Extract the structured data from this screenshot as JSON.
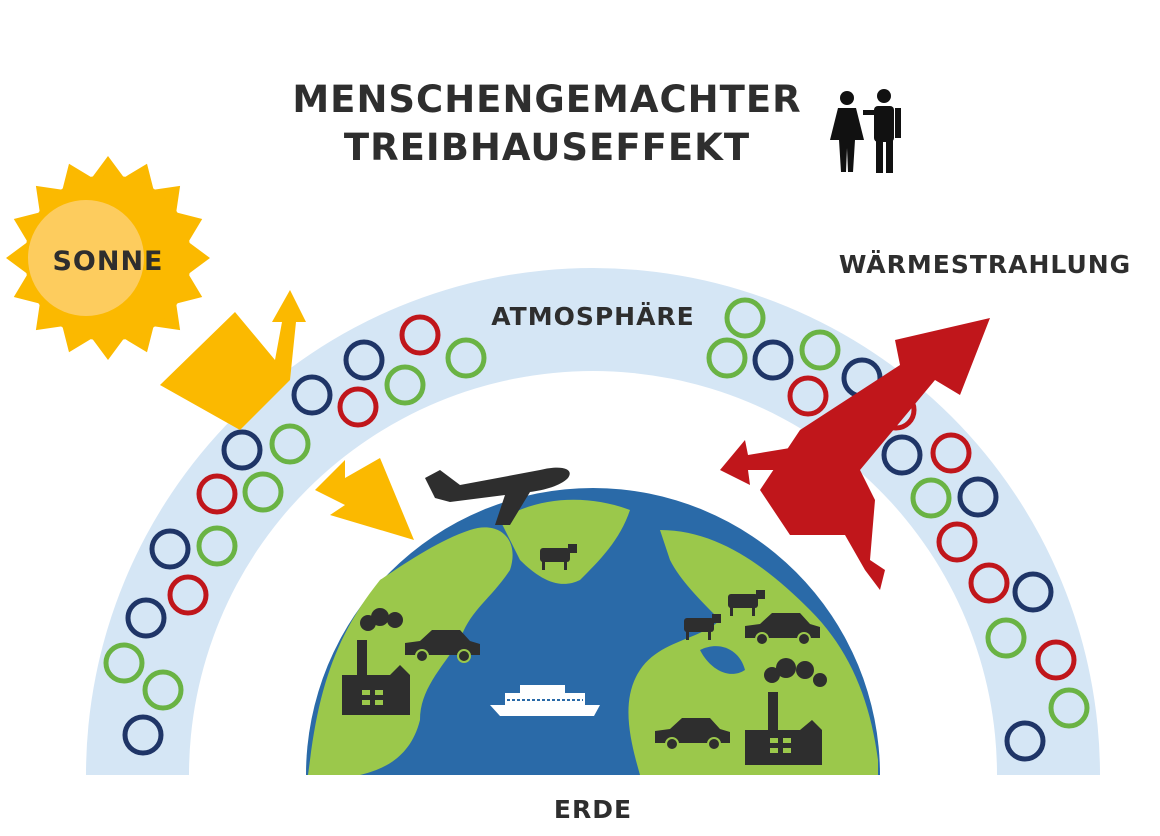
{
  "title": {
    "line1": "MENSCHENGEMACHTER",
    "line2": "TREIBHAUSEFFEKT"
  },
  "labels": {
    "sun": "SONNE",
    "atmosphere": "ATMOSPHÄRE",
    "heat_radiation": "WÄRMESTRAHLUNG",
    "earth": "ERDE"
  },
  "icons": [
    "people-icon",
    "sun-icon",
    "airplane-icon",
    "cow-icon",
    "car-icon",
    "factory-icon",
    "cruise-ship-icon",
    "sunlight-arrow-icon",
    "heat-arrow-icon",
    "greenhouse-gas-molecule-icon"
  ],
  "colors": {
    "atmosphere": "#d5e6f5",
    "ocean": "#2a6aa8",
    "land": "#9bc84b",
    "sun": "#fbb900",
    "sun_light": "#fdcc5e",
    "heat": "#c0161b",
    "gas_red": "#c0161b",
    "gas_blue": "#1f3567",
    "gas_green": "#6ab344",
    "dark": "#2e2e2e"
  }
}
